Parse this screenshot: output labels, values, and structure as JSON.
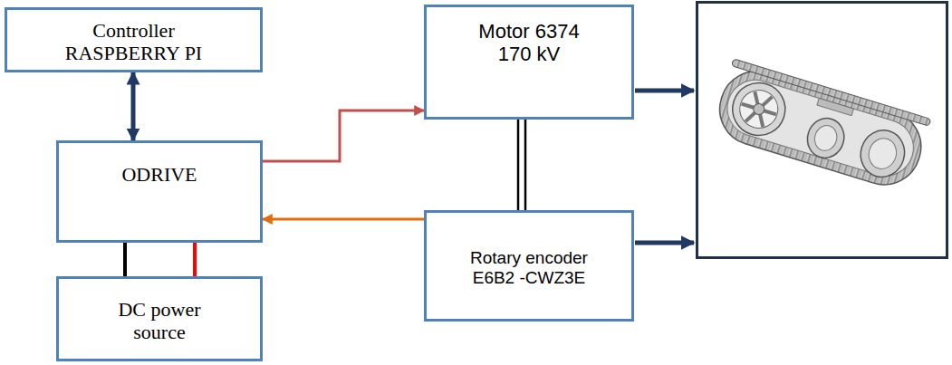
{
  "diagram": {
    "nodes": [
      {
        "text": [
          "Controller RASPBERRY PI"
        ]
      },
      {
        "text": [
          "ODRIVE"
        ]
      },
      {
        "text": [
          "DC power source"
        ]
      },
      {
        "text": [
          "Motor 6374 170 kV"
        ]
      },
      {
        "text": [
          "Rotary encoder E6B2 -CWZ3E"
        ]
      }
    ],
    "edges": [
      {
        "from": 0,
        "to": 1,
        "arrow": "both"
      },
      {
        "from": 1,
        "to": 3,
        "arrow": "to"
      },
      {
        "from": 4,
        "to": 1,
        "arrow": "to"
      },
      {
        "from": 3,
        "to": 4,
        "arrow": "none"
      },
      {
        "from": 1,
        "to": 2,
        "arrow": "none"
      },
      {
        "from": 1,
        "to": 2,
        "arrow": "none"
      }
    ]
  }
}
